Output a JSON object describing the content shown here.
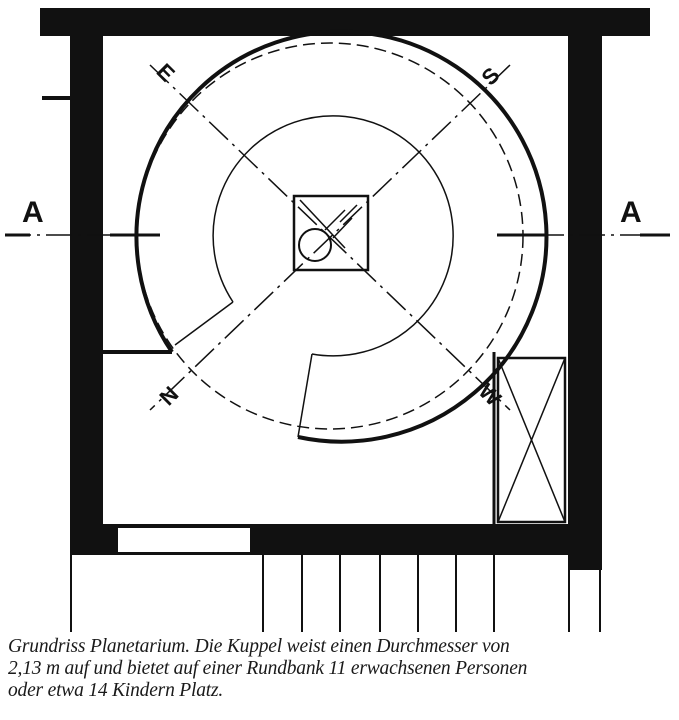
{
  "plan": {
    "section_label_left": "A",
    "section_label_right": "A",
    "compass": {
      "east": "E",
      "south": "S",
      "north": "N",
      "west": "W"
    }
  },
  "caption": {
    "line1": "Grundriss Planetarium. Die Kuppel weist einen Durchmesser von",
    "line2": "2,13 m auf und bietet auf einer Rundbank 11 erwachsenen Personen",
    "line3": "oder etwa 14 Kindern Platz."
  }
}
